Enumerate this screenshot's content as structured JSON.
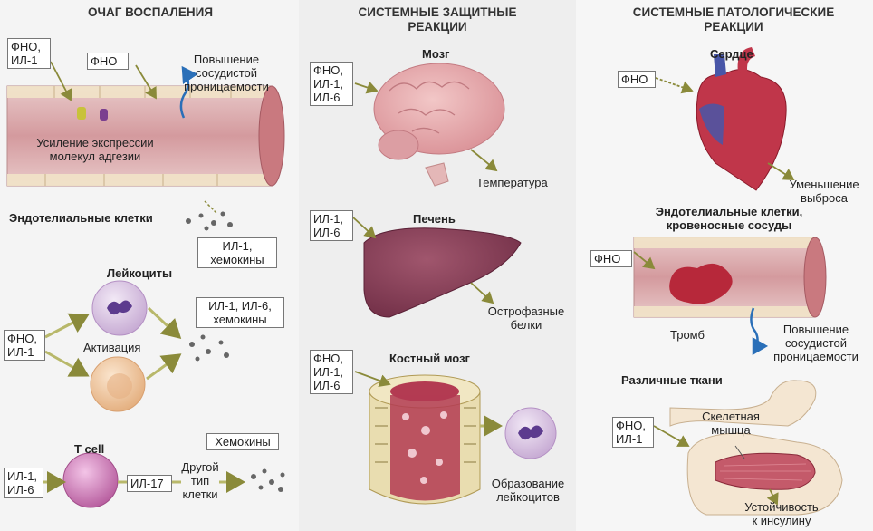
{
  "columns": {
    "left": "ОЧАГ ВОСПАЛЕНИЯ",
    "middle": [
      "СИСТЕМНЫЕ ЗАЩИТНЫЕ",
      "РЕАКЦИИ"
    ],
    "right": [
      "СИСТЕМНЫЕ ПАТОЛОГИЧЕСКИЕ",
      "РЕАКЦИИ"
    ]
  },
  "left": {
    "box1": [
      "ФНО,",
      "ИЛ-1"
    ],
    "box2": "ФНО",
    "permeability": [
      "Повышение",
      "сосудистой",
      "проницаемости"
    ],
    "adhesion": [
      "Усиление экспрессии",
      "молекул адгезии"
    ],
    "endothelial": "Эндотелиальные клетки",
    "box3": [
      "ИЛ-1,",
      "хемокины"
    ],
    "leukocytes": "Лейкоциты",
    "box4": [
      "ИЛ-1, ИЛ-6,",
      "хемокины"
    ],
    "box5": [
      "ФНО,",
      "ИЛ-1"
    ],
    "activation": "Активация",
    "box6": "Хемокины",
    "tcell": "T cell",
    "box7": [
      "ИЛ-1,",
      "ИЛ-6"
    ],
    "box8": "ИЛ-17",
    "othercells": [
      "Другой",
      "тип",
      "клетки"
    ]
  },
  "middle": {
    "brain": "Мозг",
    "box1": [
      "ФНО,",
      "ИЛ-1,",
      "ИЛ-6"
    ],
    "temperature": "Температура",
    "liver": "Печень",
    "box2": [
      "ИЛ-1,",
      "ИЛ-6"
    ],
    "acute": [
      "Острофазные",
      "белки"
    ],
    "marrow": "Костный мозг",
    "box3": [
      "ФНО,",
      "ИЛ-1,",
      "ИЛ-6"
    ],
    "leukoform": [
      "Образование",
      "лейкоцитов"
    ]
  },
  "right": {
    "heart": "Сердце",
    "box1": "ФНО",
    "output": [
      "Уменьшение",
      "выброса"
    ],
    "endo": [
      "Эндотелиальные клетки,",
      "кровеносные сосуды"
    ],
    "box2": "ФНО",
    "thrombus": "Тромб",
    "permeability": [
      "Повышение",
      "сосудистой",
      "проницаемости"
    ],
    "tissues": "Различные ткани",
    "box3": [
      "ФНО,",
      "ИЛ-1"
    ],
    "muscle": [
      "Скелетная",
      "мышца"
    ],
    "insulin": [
      "Устойчивость",
      "к инсулину"
    ]
  }
}
